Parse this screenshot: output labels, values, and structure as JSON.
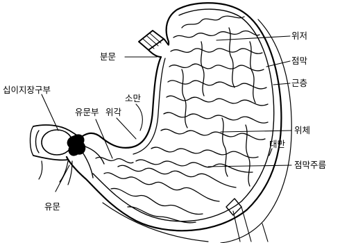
{
  "diagram": {
    "labels": {
      "fundus": "위저",
      "serosa": "점막",
      "muscle_layer": "근층",
      "cardia": "분문",
      "duodenum": "십이지장구부",
      "pyloric_part": "유문부",
      "lesser_curvature": "소만",
      "angular_incisure": "위각",
      "body": "위체",
      "greater_curvature": "대만",
      "mucosal_folds": "점막주름",
      "pylorus": "유문"
    }
  }
}
